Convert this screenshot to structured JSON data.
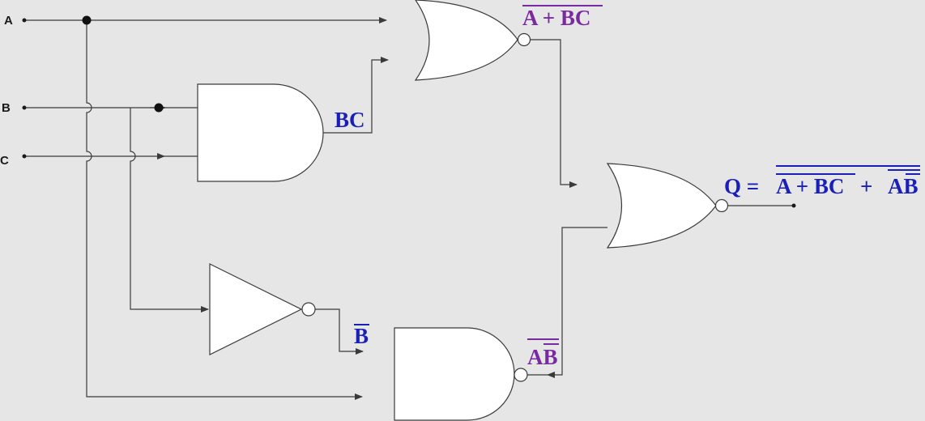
{
  "inputs": {
    "a": "A",
    "b": "B",
    "c": "C"
  },
  "labels": {
    "bc": "BC",
    "a_plus_bc": "A + BC",
    "b_bar": "B",
    "ab_bar": "AB",
    "q_prefix": "Q =",
    "q_expr_part1": "A + BC",
    "q_expr_plus": "+",
    "q_expr_part2": "AB"
  },
  "colors": {
    "blue_text": "#1a1fb8",
    "purple_text": "#7a2aa0",
    "background": "#e6e6e6"
  }
}
